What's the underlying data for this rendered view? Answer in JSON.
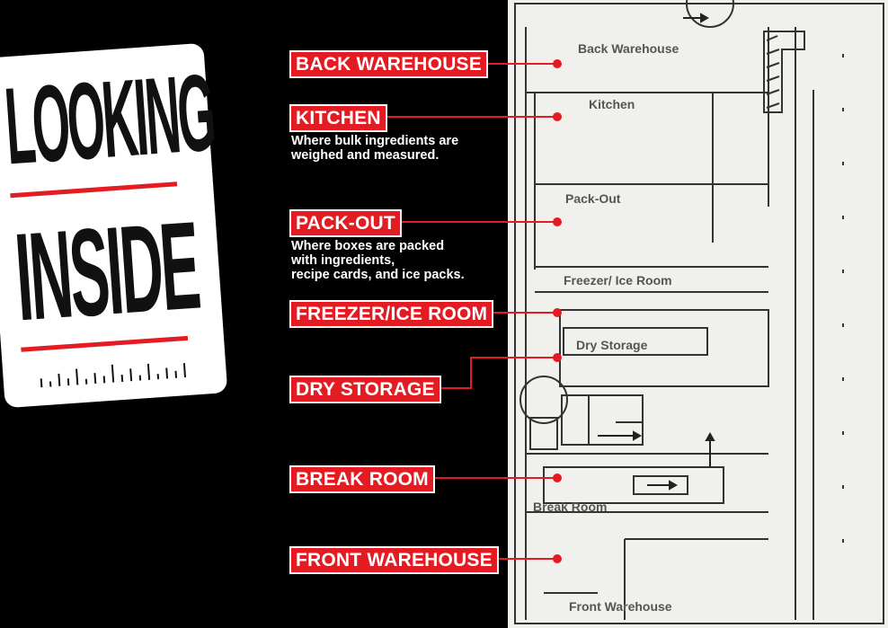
{
  "card": {
    "line1": "LOOKING",
    "line2": "INSIDE",
    "accent_color": "#e31b23"
  },
  "labels": [
    {
      "id": "back-warehouse",
      "text": "BACK WAREHOUSE"
    },
    {
      "id": "kitchen",
      "text": "KITCHEN",
      "description": "Where bulk ingredients are\nweighed and measured."
    },
    {
      "id": "pack-out",
      "text": "PACK-OUT",
      "description": "Where boxes are packed\nwith ingredients,\nrecipe cards, and ice packs."
    },
    {
      "id": "freezer",
      "text": "FREEZER/ICE ROOM"
    },
    {
      "id": "dry-storage",
      "text": "DRY STORAGE"
    },
    {
      "id": "break-room",
      "text": "BREAK ROOM"
    },
    {
      "id": "front-warehouse",
      "text": "FRONT WAREHOUSE"
    }
  ],
  "plan_rooms": {
    "back_warehouse": "Back Warehouse",
    "kitchen": "Kitchen",
    "pack_out": "Pack-Out",
    "freezer": "Freezer/ Ice Room",
    "dry_storage": "Dry Storage",
    "break_room": "Break Room",
    "front_warehouse": "Front Warehouse"
  }
}
